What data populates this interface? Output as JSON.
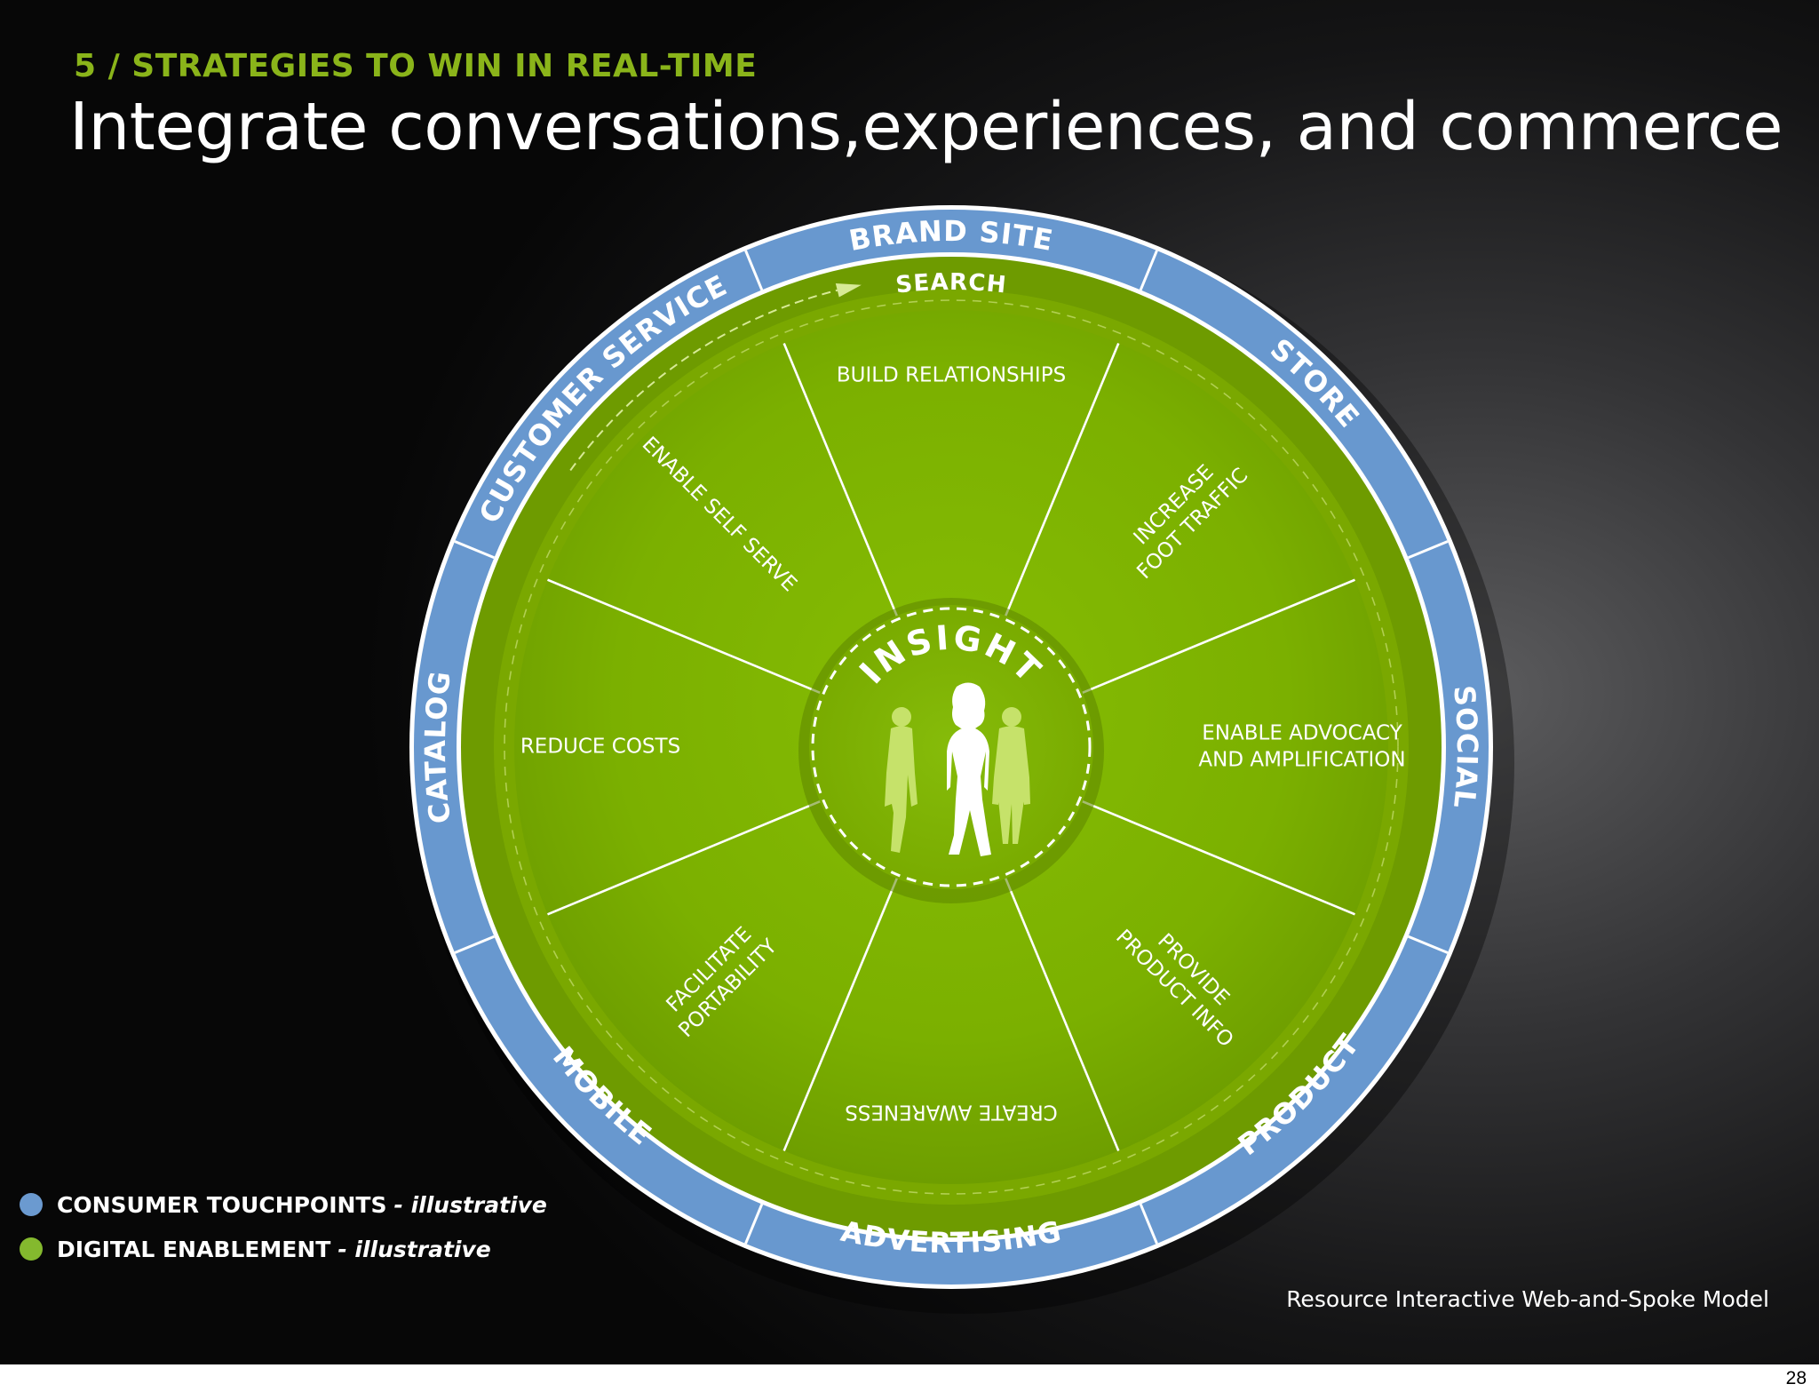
{
  "slide": {
    "kicker": "5 / STRATEGIES TO WIN IN REAL-TIME",
    "title": "Integrate conversations,experiences, and commerce",
    "caption": "Resource Interactive Web-and-Spoke Model",
    "page_number": "28"
  },
  "wheel": {
    "center_label": "INSIGHT",
    "search_label": "SEARCH",
    "touchpoints": [
      "BRAND SITE",
      "STORE",
      "SOCIAL",
      "PRODUCT",
      "ADVERTISING",
      "MOBILE",
      "CATALOG",
      "CUSTOMER SERVICE"
    ],
    "enablements": [
      [
        "BUILD RELATIONSHIPS"
      ],
      [
        "INCREASE",
        "FOOT TRAFFIC"
      ],
      [
        "ENABLE ADVOCACY",
        "AND AMPLIFICATION"
      ],
      [
        "PROVIDE",
        "PRODUCT INFO"
      ],
      [
        "CREATE AWARENESS"
      ],
      [
        "FACILITATE",
        "PORTABILITY"
      ],
      [
        "REDUCE COSTS"
      ],
      [
        "ENABLE SELF SERVE"
      ]
    ]
  },
  "legend": [
    {
      "label": "CONSUMER TOUCHPOINTS",
      "note": "- illustrative",
      "color": "#6b9ad0"
    },
    {
      "label": "DIGITAL ENABLEMENT",
      "note": "- illustrative",
      "color": "#84b92e"
    }
  ],
  "colors": {
    "touchpoint_ring": "#6898cf",
    "enablement": "#7fb000",
    "kicker": "#8ab41a",
    "people": "#c6e26a"
  }
}
